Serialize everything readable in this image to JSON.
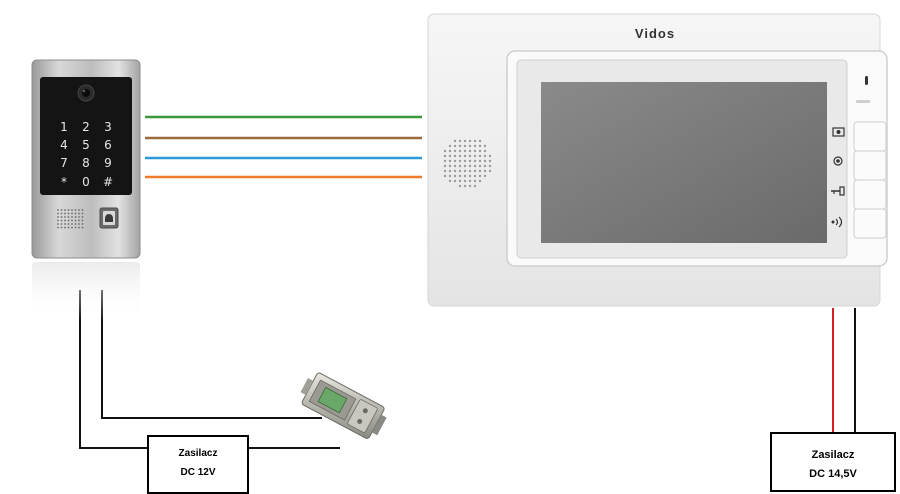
{
  "colors": {
    "wire_green": "#3a9a3a",
    "wire_brown": "#9a6a3a",
    "wire_blue": "#2a9ad8",
    "wire_orange": "#f07a2a",
    "wire_red": "#d42020",
    "wire_black": "#111111"
  },
  "outdoor_panel": {
    "keypad_keys": [
      "1",
      "2",
      "3",
      "4",
      "5",
      "6",
      "7",
      "8",
      "9",
      "*",
      "0",
      "#"
    ],
    "icons": [
      "camera-lens-icon",
      "bell-button-icon",
      "speaker-grille-icon"
    ]
  },
  "monitor": {
    "brand": "Vidos",
    "button_icons": [
      "monitor-view-icon",
      "record-icon",
      "unlock-key-icon",
      "talk-icon"
    ]
  },
  "door_lock": {
    "icon": "electric-strike-icon"
  },
  "power_supply_left": {
    "line1": "Zasilacz",
    "line2": "DC 12V"
  },
  "power_supply_right": {
    "line1": "Zasilacz",
    "line2": "DC 14,5V"
  }
}
